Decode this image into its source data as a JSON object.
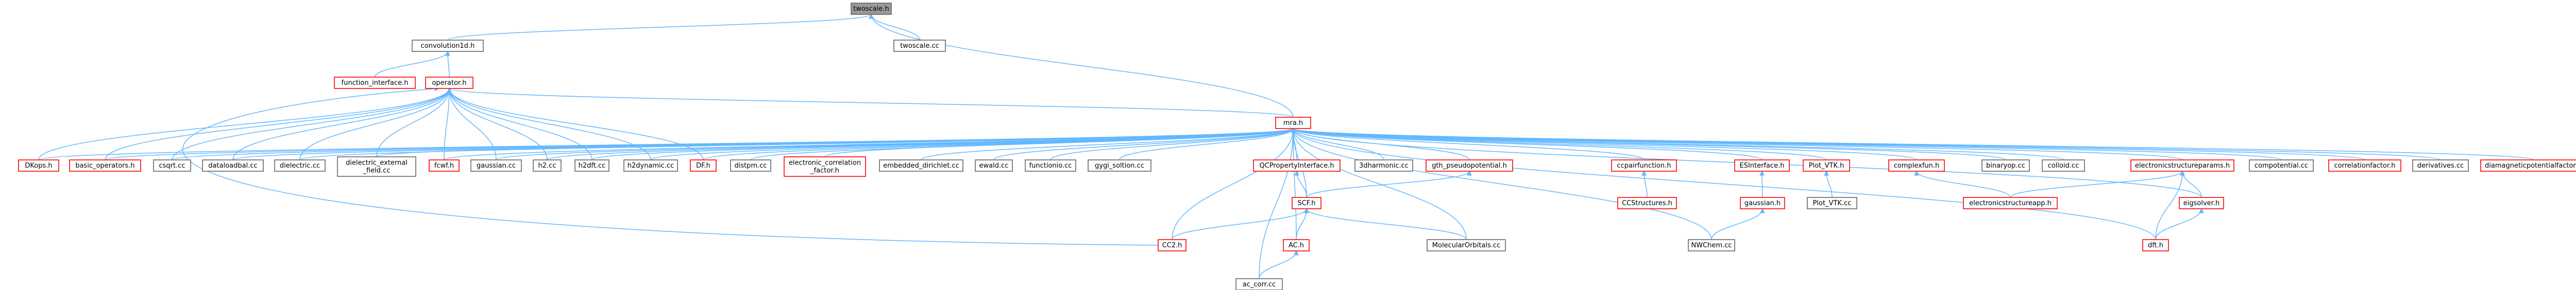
{
  "diagram": {
    "kind": "include-dependency-graph",
    "colors": {
      "edge": "#63B8FF",
      "normal_border": "#666666",
      "normal_fill": "#ffffff",
      "header_border": "#ff0000",
      "header_fill": "#ffffff",
      "root_border": "#666666",
      "root_fill": "#999999",
      "text": "#000000"
    },
    "nodes": [
      {
        "id": "twoscale_h",
        "lines": [
          "twoscale.h"
        ],
        "style": "root"
      },
      {
        "id": "convolution1d_h",
        "lines": [
          "convolution1d.h"
        ],
        "style": "normal"
      },
      {
        "id": "twoscale_cc",
        "lines": [
          "twoscale.cc"
        ],
        "style": "normal"
      },
      {
        "id": "function_interface_h",
        "lines": [
          "function_interface.h"
        ],
        "style": "header"
      },
      {
        "id": "operator_h",
        "lines": [
          "operator.h"
        ],
        "style": "header"
      },
      {
        "id": "mra_h",
        "lines": [
          "mra.h"
        ],
        "style": "header"
      },
      {
        "id": "dkops_h",
        "lines": [
          "DKops.h"
        ],
        "style": "header"
      },
      {
        "id": "basic_operators_h",
        "lines": [
          "basic_operators.h"
        ],
        "style": "header"
      },
      {
        "id": "csqrt_cc",
        "lines": [
          "csqrt.cc"
        ],
        "style": "normal"
      },
      {
        "id": "dataloadbal_cc",
        "lines": [
          "dataloadbal.cc"
        ],
        "style": "normal"
      },
      {
        "id": "dielectric_cc",
        "lines": [
          "dielectric.cc"
        ],
        "style": "normal"
      },
      {
        "id": "dielectric_external_field_cc",
        "lines": [
          "dielectric_external",
          "_field.cc"
        ],
        "style": "normal"
      },
      {
        "id": "fcwf_h",
        "lines": [
          "fcwf.h"
        ],
        "style": "header"
      },
      {
        "id": "gaussian_cc",
        "lines": [
          "gaussian.cc"
        ],
        "style": "normal"
      },
      {
        "id": "h2_cc",
        "lines": [
          "h2.cc"
        ],
        "style": "normal"
      },
      {
        "id": "h2dft_cc",
        "lines": [
          "h2dft.cc"
        ],
        "style": "normal"
      },
      {
        "id": "h2dynamic_cc",
        "lines": [
          "h2dynamic.cc"
        ],
        "style": "normal"
      },
      {
        "id": "df_h",
        "lines": [
          "DF.h"
        ],
        "style": "header"
      },
      {
        "id": "distpm_cc",
        "lines": [
          "distpm.cc"
        ],
        "style": "normal"
      },
      {
        "id": "electronic_correlation_factor_h",
        "lines": [
          "electronic_correlation",
          "_factor.h"
        ],
        "style": "header"
      },
      {
        "id": "embedded_dirichlet_cc",
        "lines": [
          "embedded_dirichlet.cc"
        ],
        "style": "normal"
      },
      {
        "id": "ewald_cc",
        "lines": [
          "ewald.cc"
        ],
        "style": "normal"
      },
      {
        "id": "functionio_cc",
        "lines": [
          "functionio.cc"
        ],
        "style": "normal"
      },
      {
        "id": "gygi_soltion_cc",
        "lines": [
          "gygi_soltion.cc"
        ],
        "style": "normal"
      },
      {
        "id": "qcpropertyinterface_h",
        "lines": [
          "QCPropertyInterface.h"
        ],
        "style": "header"
      },
      {
        "id": "hdharmonic_cc",
        "lines": [
          "3dharmonic.cc"
        ],
        "style": "normal"
      },
      {
        "id": "gth_pseudopotential_h",
        "lines": [
          "gth_pseudopotential.h"
        ],
        "style": "header"
      },
      {
        "id": "ccpairfunction_h",
        "lines": [
          "ccpairfunction.h"
        ],
        "style": "header"
      },
      {
        "id": "esinterface_h",
        "lines": [
          "ESInterface.h"
        ],
        "style": "header"
      },
      {
        "id": "plot_vtk_h",
        "lines": [
          "Plot_VTK.h"
        ],
        "style": "header"
      },
      {
        "id": "complexfun_h",
        "lines": [
          "complexfun.h"
        ],
        "style": "header"
      },
      {
        "id": "binaryop_cc",
        "lines": [
          "binaryop.cc"
        ],
        "style": "normal"
      },
      {
        "id": "colloid_cc",
        "lines": [
          "colloid.cc"
        ],
        "style": "normal"
      },
      {
        "id": "electronicstructureparams_h",
        "lines": [
          "electronicstructureparams.h"
        ],
        "style": "header"
      },
      {
        "id": "compotential_cc",
        "lines": [
          "compotential.cc"
        ],
        "style": "normal"
      },
      {
        "id": "correlationfactor_h",
        "lines": [
          "correlationfactor.h"
        ],
        "style": "header"
      },
      {
        "id": "derivatives_cc",
        "lines": [
          "derivatives.cc"
        ],
        "style": "normal"
      },
      {
        "id": "diamagneticpotentialfactor_h",
        "lines": [
          "diamagneticpotentialfactor.h"
        ],
        "style": "header"
      },
      {
        "id": "scf_h",
        "lines": [
          "SCF.h"
        ],
        "style": "header"
      },
      {
        "id": "ccstructures_h",
        "lines": [
          "CCStructures.h"
        ],
        "style": "header"
      },
      {
        "id": "gaussian_h",
        "lines": [
          "gaussian.h"
        ],
        "style": "header"
      },
      {
        "id": "plot_vtk_cc",
        "lines": [
          "Plot_VTK.cc"
        ],
        "style": "normal"
      },
      {
        "id": "electronicstructureapp_h",
        "lines": [
          "electronicstructureapp.h"
        ],
        "style": "header"
      },
      {
        "id": "eigsolver_h",
        "lines": [
          "eigsolver.h"
        ],
        "style": "header"
      },
      {
        "id": "cc2_h",
        "lines": [
          "CC2.h"
        ],
        "style": "header"
      },
      {
        "id": "ac_h",
        "lines": [
          "AC.h"
        ],
        "style": "header"
      },
      {
        "id": "molecularorbitals_cc",
        "lines": [
          "MolecularOrbitals.cc"
        ],
        "style": "normal"
      },
      {
        "id": "nwchem_cc",
        "lines": [
          "NWChem.cc"
        ],
        "style": "normal"
      },
      {
        "id": "dft_h",
        "lines": [
          "dft.h"
        ],
        "style": "header"
      },
      {
        "id": "ac_corr_cc",
        "lines": [
          "ac_corr.cc"
        ],
        "style": "normal"
      }
    ],
    "edges": [
      {
        "from": "convolution1d_h",
        "to": "twoscale_h"
      },
      {
        "from": "twoscale_cc",
        "to": "twoscale_h"
      },
      {
        "from": "mra_h",
        "to": "twoscale_h"
      },
      {
        "from": "operator_h",
        "to": "convolution1d_h"
      },
      {
        "from": "function_interface_h",
        "to": "convolution1d_h"
      },
      {
        "from": "mra_h",
        "to": "operator_h"
      },
      {
        "from": "dkops_h",
        "to": "operator_h"
      },
      {
        "from": "basic_operators_h",
        "to": "operator_h"
      },
      {
        "from": "csqrt_cc",
        "to": "operator_h"
      },
      {
        "from": "dataloadbal_cc",
        "to": "operator_h"
      },
      {
        "from": "dielectric_cc",
        "to": "operator_h"
      },
      {
        "from": "dielectric_external_field_cc",
        "to": "operator_h"
      },
      {
        "from": "fcwf_h",
        "to": "operator_h"
      },
      {
        "from": "gaussian_cc",
        "to": "operator_h"
      },
      {
        "from": "h2_cc",
        "to": "operator_h"
      },
      {
        "from": "h2dft_cc",
        "to": "operator_h"
      },
      {
        "from": "h2dynamic_cc",
        "to": "operator_h"
      },
      {
        "from": "df_h",
        "to": "operator_h"
      },
      {
        "from": "cc2_h",
        "to": "operator_h"
      },
      {
        "from": "dkops_h",
        "to": "mra_h"
      },
      {
        "from": "basic_operators_h",
        "to": "mra_h"
      },
      {
        "from": "csqrt_cc",
        "to": "mra_h"
      },
      {
        "from": "dataloadbal_cc",
        "to": "mra_h"
      },
      {
        "from": "dielectric_cc",
        "to": "mra_h"
      },
      {
        "from": "dielectric_external_field_cc",
        "to": "mra_h"
      },
      {
        "from": "fcwf_h",
        "to": "mra_h"
      },
      {
        "from": "gaussian_cc",
        "to": "mra_h"
      },
      {
        "from": "h2_cc",
        "to": "mra_h"
      },
      {
        "from": "h2dft_cc",
        "to": "mra_h"
      },
      {
        "from": "h2dynamic_cc",
        "to": "mra_h"
      },
      {
        "from": "df_h",
        "to": "mra_h"
      },
      {
        "from": "distpm_cc",
        "to": "mra_h"
      },
      {
        "from": "electronic_correlation_factor_h",
        "to": "mra_h"
      },
      {
        "from": "embedded_dirichlet_cc",
        "to": "mra_h"
      },
      {
        "from": "ewald_cc",
        "to": "mra_h"
      },
      {
        "from": "functionio_cc",
        "to": "mra_h"
      },
      {
        "from": "gygi_soltion_cc",
        "to": "mra_h"
      },
      {
        "from": "qcpropertyinterface_h",
        "to": "mra_h"
      },
      {
        "from": "hdharmonic_cc",
        "to": "mra_h"
      },
      {
        "from": "gth_pseudopotential_h",
        "to": "mra_h"
      },
      {
        "from": "ccpairfunction_h",
        "to": "mra_h"
      },
      {
        "from": "esinterface_h",
        "to": "mra_h"
      },
      {
        "from": "plot_vtk_h",
        "to": "mra_h"
      },
      {
        "from": "complexfun_h",
        "to": "mra_h"
      },
      {
        "from": "binaryop_cc",
        "to": "mra_h"
      },
      {
        "from": "colloid_cc",
        "to": "mra_h"
      },
      {
        "from": "electronicstructureparams_h",
        "to": "mra_h"
      },
      {
        "from": "compotential_cc",
        "to": "mra_h"
      },
      {
        "from": "correlationfactor_h",
        "to": "mra_h"
      },
      {
        "from": "derivatives_cc",
        "to": "mra_h"
      },
      {
        "from": "diamagneticpotentialfactor_h",
        "to": "mra_h"
      },
      {
        "from": "cc2_h",
        "to": "mra_h"
      },
      {
        "from": "ac_h",
        "to": "mra_h"
      },
      {
        "from": "scf_h",
        "to": "mra_h"
      },
      {
        "from": "molecularorbitals_cc",
        "to": "mra_h"
      },
      {
        "from": "nwchem_cc",
        "to": "mra_h"
      },
      {
        "from": "dft_h",
        "to": "mra_h"
      },
      {
        "from": "eigsolver_h",
        "to": "mra_h"
      },
      {
        "from": "ac_corr_cc",
        "to": "mra_h"
      },
      {
        "from": "ccstructures_h",
        "to": "ccpairfunction_h"
      },
      {
        "from": "gaussian_h",
        "to": "esinterface_h"
      },
      {
        "from": "nwchem_cc",
        "to": "gaussian_h"
      },
      {
        "from": "plot_vtk_cc",
        "to": "plot_vtk_h"
      },
      {
        "from": "electronicstructureapp_h",
        "to": "complexfun_h"
      },
      {
        "from": "electronicstructureapp_h",
        "to": "electronicstructureparams_h"
      },
      {
        "from": "eigsolver_h",
        "to": "electronicstructureparams_h"
      },
      {
        "from": "dft_h",
        "to": "electronicstructureparams_h"
      },
      {
        "from": "dft_h",
        "to": "eigsolver_h"
      },
      {
        "from": "scf_h",
        "to": "qcpropertyinterface_h"
      },
      {
        "from": "scf_h",
        "to": "gth_pseudopotential_h"
      },
      {
        "from": "cc2_h",
        "to": "scf_h"
      },
      {
        "from": "ac_h",
        "to": "scf_h"
      },
      {
        "from": "molecularorbitals_cc",
        "to": "scf_h"
      },
      {
        "from": "ac_corr_cc",
        "to": "ac_h"
      }
    ]
  }
}
